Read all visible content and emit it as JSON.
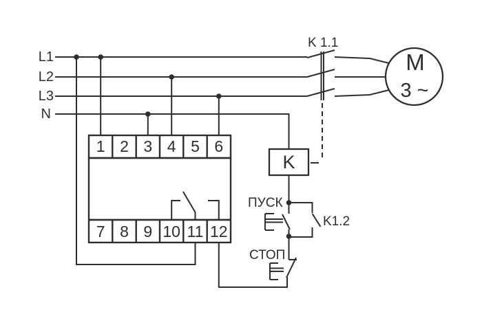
{
  "diagram_type": "three-phase-motor-starter-wiring-schematic",
  "colors": {
    "line": "#2d2d2d",
    "background": "#ffffff"
  },
  "power": {
    "l1": "L1",
    "l2": "L2",
    "l3": "L3",
    "n": "N"
  },
  "device": {
    "top_terminals": [
      "1",
      "2",
      "3",
      "4",
      "5",
      "6"
    ],
    "bottom_terminals": [
      "7",
      "8",
      "9",
      "10",
      "11",
      "12"
    ]
  },
  "contactor": {
    "main_contacts": "K 1.1",
    "coil": "K",
    "aux_contact": "K1.2"
  },
  "motor": {
    "symbol": "M",
    "phase": "3 ~"
  },
  "controls": {
    "start": "ПУСК",
    "stop": "СТОП"
  }
}
